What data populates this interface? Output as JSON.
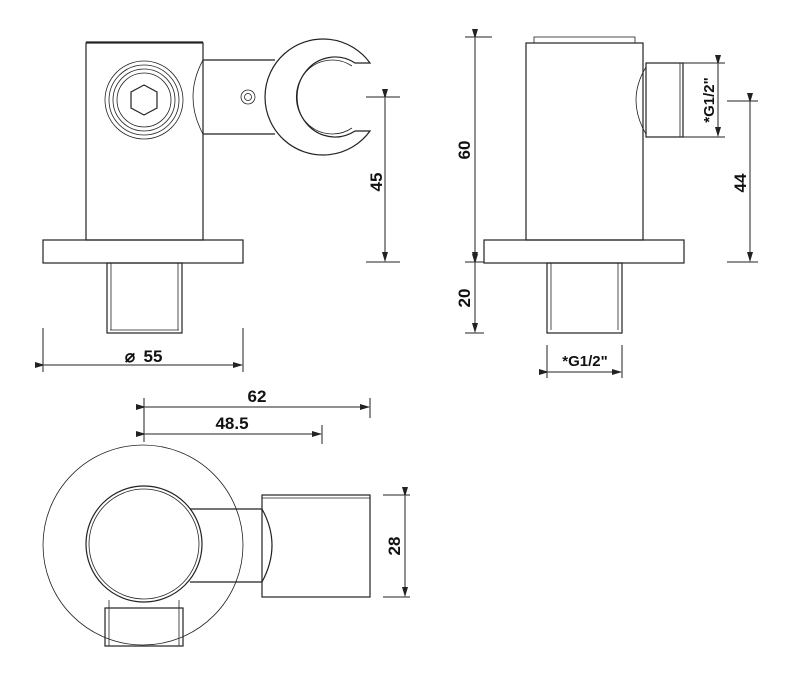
{
  "drawing": {
    "front_view": {
      "diameter_label": "55",
      "diameter_symbol": "⌀",
      "height_label": "45"
    },
    "side_view": {
      "total_height_label": "60",
      "thread_length_label": "20",
      "outlet_thread_label": "*G1/2\"",
      "outlet_height_label": "44",
      "inlet_thread_label": "*G1/2\""
    },
    "top_view": {
      "overall_length_label": "62",
      "outlet_length_label": "48.5",
      "outlet_width_label": "28"
    }
  }
}
